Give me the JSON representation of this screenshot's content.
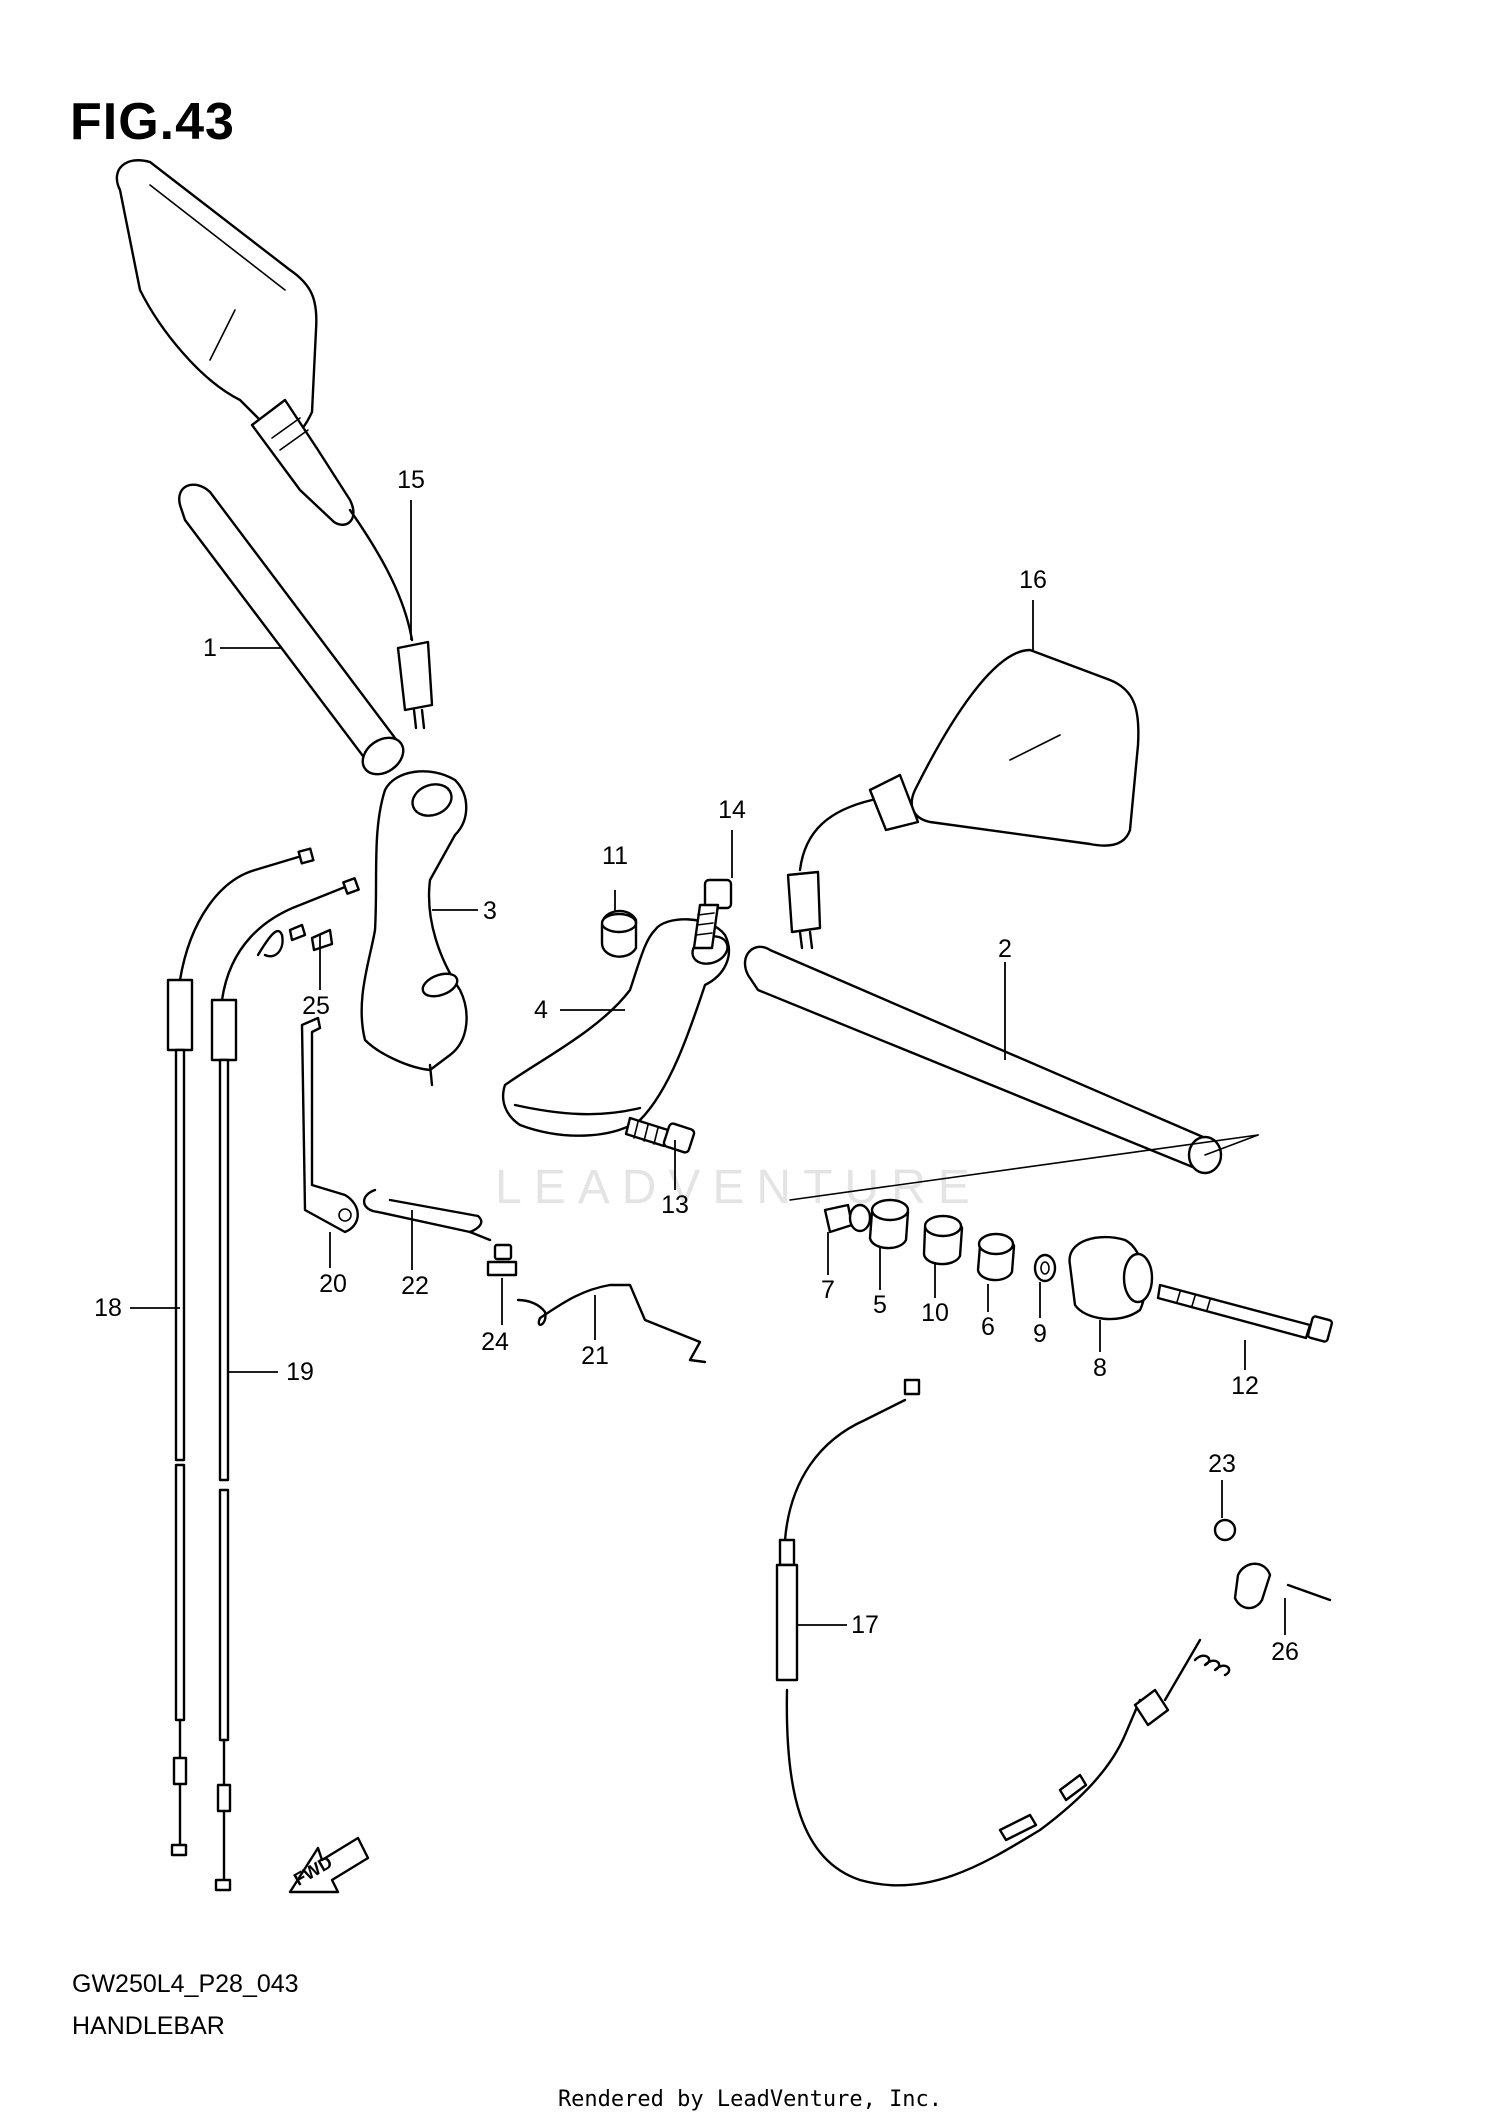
{
  "figure_title": "FIG.43",
  "model_code": "GW250L4_P28_043",
  "diagram_name": "HANDLEBAR",
  "watermark_text": "LEADVENTURE",
  "rendered_by": "Rendered by LeadVenture, Inc.",
  "fwd_label": "FWD",
  "callouts": [
    {
      "id": "c1",
      "label": "1"
    },
    {
      "id": "c2",
      "label": "2"
    },
    {
      "id": "c3",
      "label": "3"
    },
    {
      "id": "c4",
      "label": "4"
    },
    {
      "id": "c5",
      "label": "5"
    },
    {
      "id": "c6",
      "label": "6"
    },
    {
      "id": "c7",
      "label": "7"
    },
    {
      "id": "c8",
      "label": "8"
    },
    {
      "id": "c9",
      "label": "9"
    },
    {
      "id": "c10",
      "label": "10"
    },
    {
      "id": "c11",
      "label": "11"
    },
    {
      "id": "c12",
      "label": "12"
    },
    {
      "id": "c13",
      "label": "13"
    },
    {
      "id": "c14",
      "label": "14"
    },
    {
      "id": "c15",
      "label": "15"
    },
    {
      "id": "c16",
      "label": "16"
    },
    {
      "id": "c17",
      "label": "17"
    },
    {
      "id": "c18",
      "label": "18"
    },
    {
      "id": "c19",
      "label": "19"
    },
    {
      "id": "c20",
      "label": "20"
    },
    {
      "id": "c21",
      "label": "21"
    },
    {
      "id": "c22",
      "label": "22"
    },
    {
      "id": "c23",
      "label": "23"
    },
    {
      "id": "c24",
      "label": "24"
    },
    {
      "id": "c25",
      "label": "25"
    },
    {
      "id": "c26",
      "label": "26"
    }
  ]
}
